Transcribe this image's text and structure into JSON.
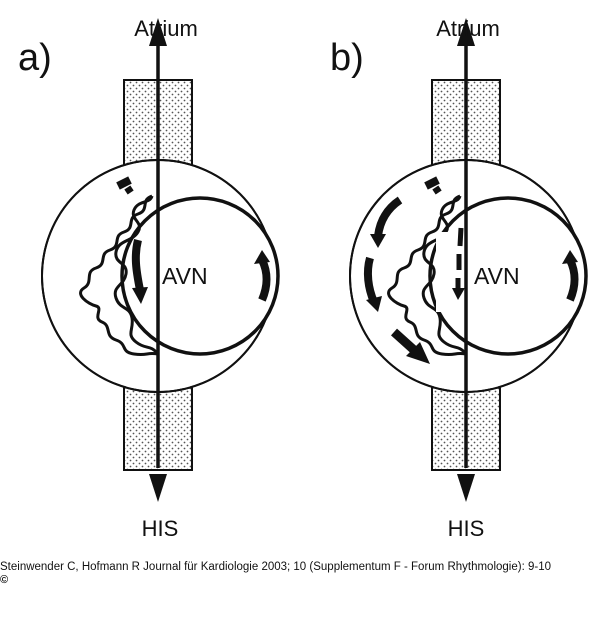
{
  "panels": [
    {
      "id": "a",
      "label": "a)",
      "top_label": "Atrium",
      "bottom_label": "HIS",
      "center_label": "AVN"
    },
    {
      "id": "b",
      "label": "b)",
      "top_label": "Atrium",
      "bottom_label": "HIS",
      "center_label": "AVN"
    }
  ],
  "footer": {
    "citation": "Steinwender C, Hofmann R Journal für Kardiologie 2003; 10 (Supplementum F - Forum Rhythmologie): 9-10",
    "copyright": "©"
  },
  "colors": {
    "ink": "#111111",
    "stipple": "#555555",
    "background": "#ffffff"
  }
}
